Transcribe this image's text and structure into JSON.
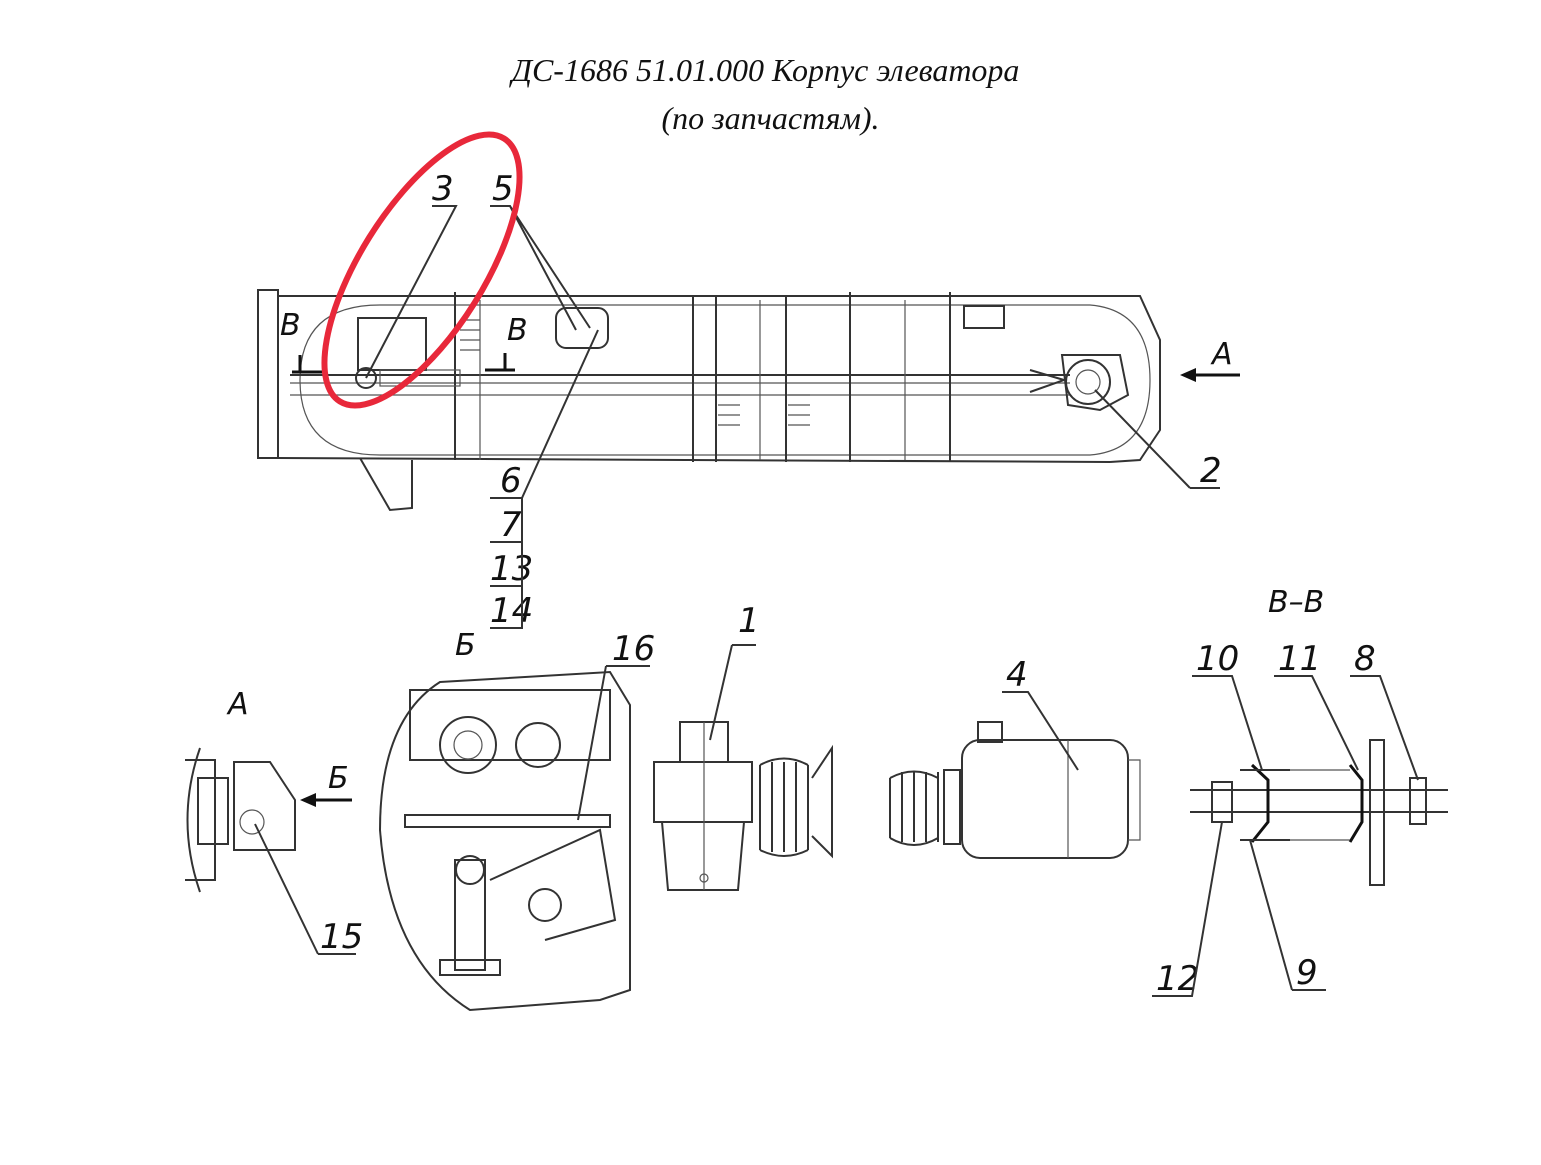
{
  "title": {
    "line1": "ДС-1686 51.01.000 Корпус элеватора",
    "line2": "(по запчастям)."
  },
  "callouts": {
    "c1": "1",
    "c2": "2",
    "c3": "3",
    "c4": "4",
    "c5": "5",
    "c6": "6",
    "c7": "7",
    "c8": "8",
    "c9": "9",
    "c10": "10",
    "c11": "11",
    "c12": "12",
    "c13": "13",
    "c14": "14",
    "c15": "15",
    "c16": "16"
  },
  "view_labels": {
    "section_mark": "В",
    "view_a": "А",
    "view_b": "Б",
    "section_bb": "В–В"
  },
  "highlight_color": "#e8283a"
}
